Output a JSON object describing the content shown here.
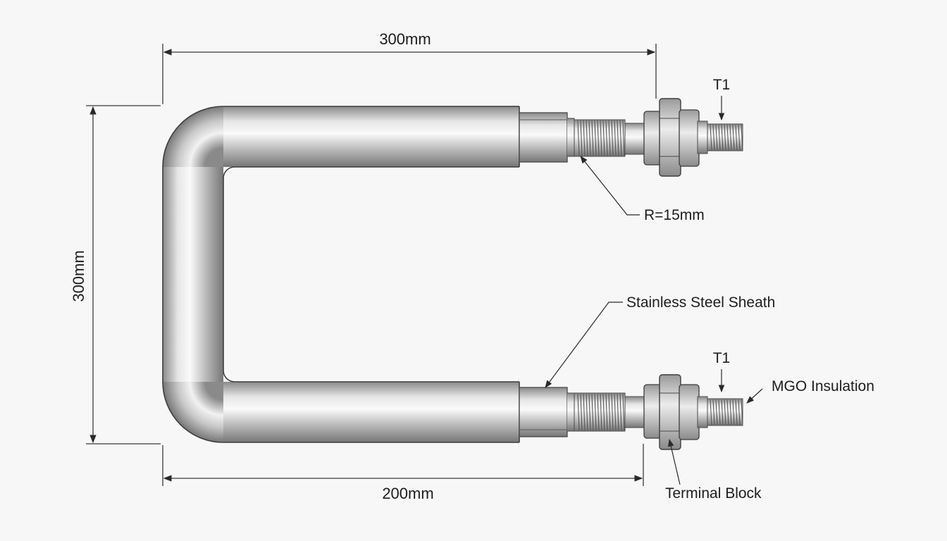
{
  "diagram": {
    "dimensions": {
      "top_width": "300mm",
      "left_height": "300mm",
      "bottom_width": "200mm"
    },
    "callouts": {
      "terminal_top": "T1",
      "terminal_bottom": "T1",
      "bend_radius": "R=15mm",
      "sheath": "Stainless Steel Sheath",
      "insulation": "MGO Insulation",
      "terminal_block": "Terminal Block"
    }
  },
  "colors": {
    "background": "#f7f7f7",
    "steel_light": "#f4f4f4",
    "steel_mid": "#c4c4c4",
    "steel_dark": "#7c7c7c",
    "line": "#2a2a2a"
  }
}
